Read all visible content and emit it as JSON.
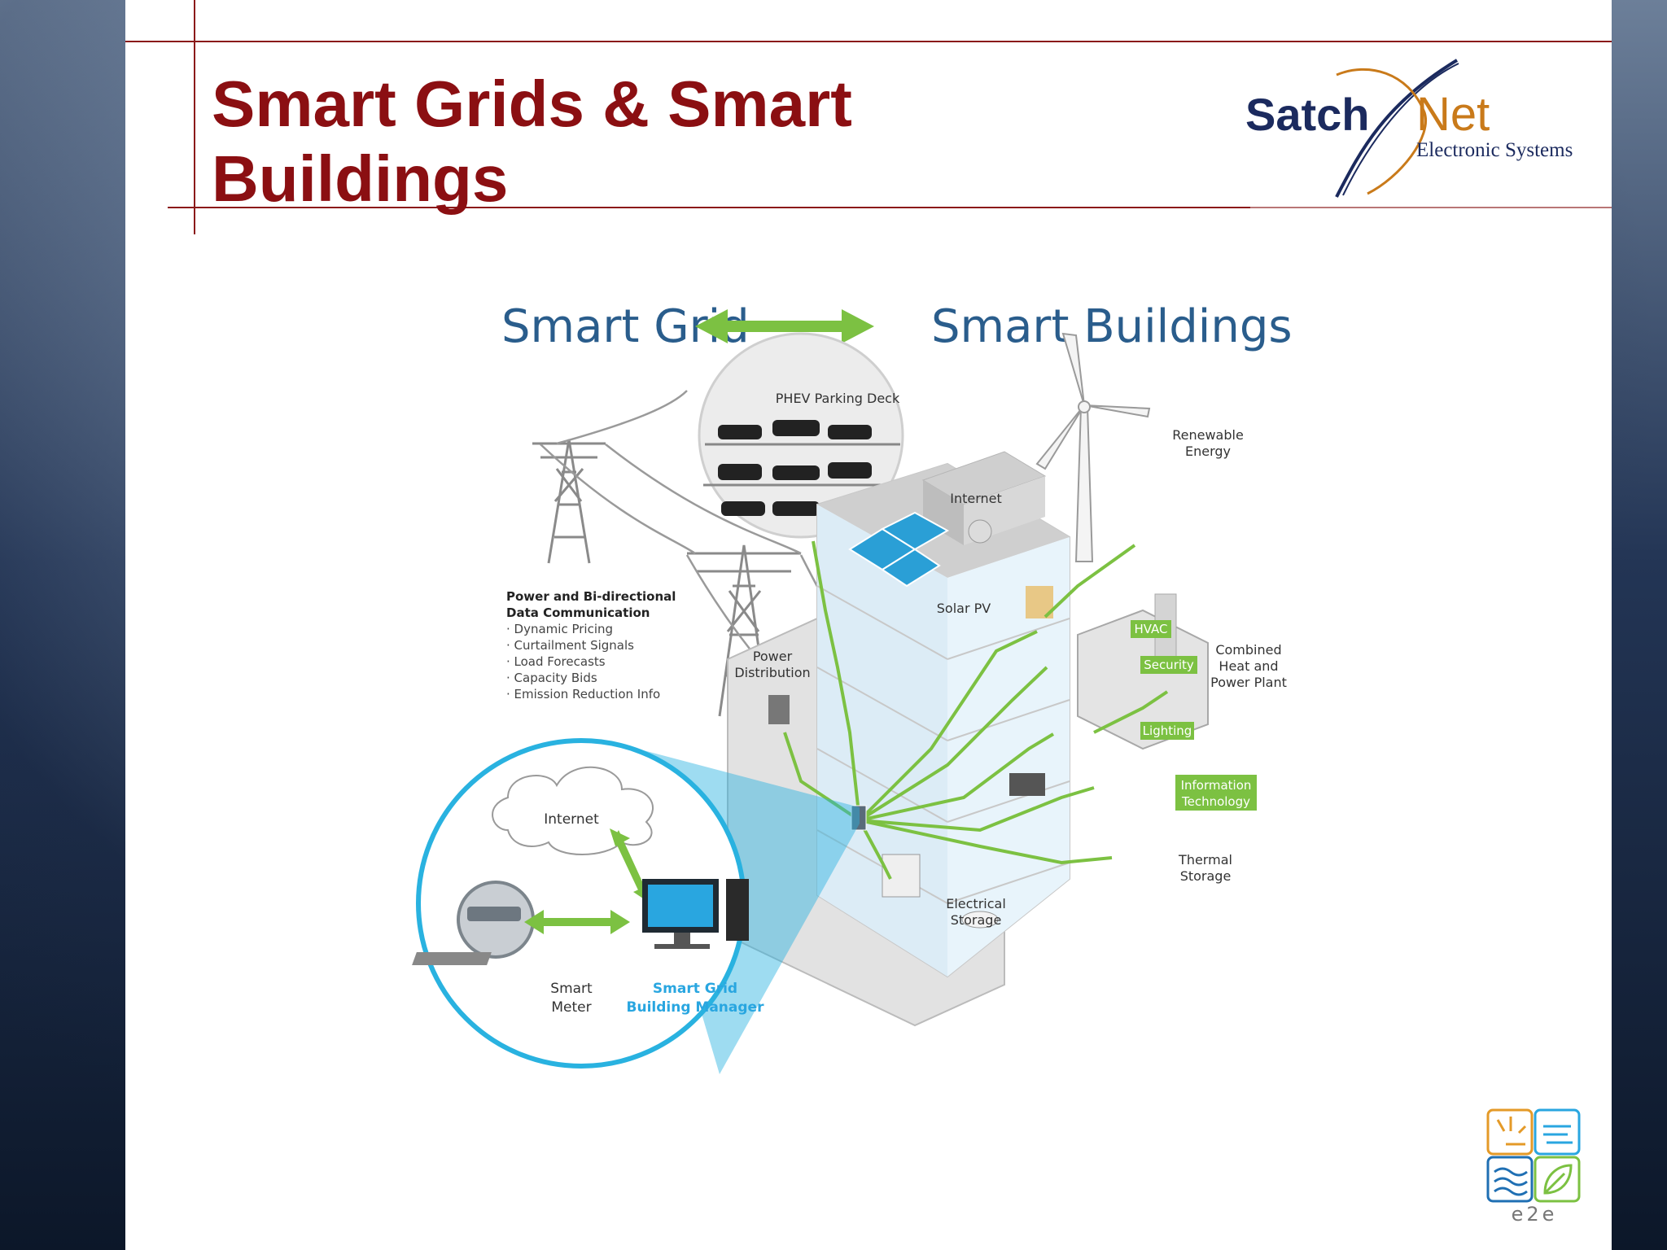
{
  "slide": {
    "title": "Smart Grids & Smart Buildings"
  },
  "logo": {
    "word_left": "Satch",
    "word_right": "Net",
    "subtitle": "Electronic Systems"
  },
  "diagram": {
    "header_left": "Smart Grid",
    "header_right": "Smart Buildings",
    "phev": "PHEV Parking Deck",
    "internet_roof": "Internet",
    "solar": "Solar PV",
    "renewable": [
      "Renewable",
      "Energy"
    ],
    "chp": [
      "Combined",
      "Heat and",
      "Power Plant"
    ],
    "power_dist": [
      "Power",
      "Distribution"
    ],
    "comm_title": [
      "Power and Bi-directional",
      "Data Communication"
    ],
    "comm_items": [
      "· Dynamic Pricing",
      "· Curtailment Signals",
      "· Load Forecasts",
      "· Capacity Bids",
      "· Emission Reduction Info"
    ],
    "tags": {
      "hvac": "HVAC",
      "security": "Security",
      "lighting": "Lighting",
      "it": [
        "Information",
        "Technology"
      ]
    },
    "thermal": [
      "Thermal",
      "Storage"
    ],
    "electrical": [
      "Electrical",
      "Storage"
    ],
    "internet_cloud": "Internet",
    "smart_meter": [
      "Smart",
      "Meter"
    ],
    "manager": [
      "Smart Grid",
      "Building Manager"
    ]
  },
  "e2e_logo": {
    "text": "e2e"
  },
  "colors": {
    "title": "#8b0f12",
    "rule": "#8b1a1a",
    "green": "#7cc142",
    "blue": "#2a9fd6",
    "navy": "#1b2a5e"
  }
}
